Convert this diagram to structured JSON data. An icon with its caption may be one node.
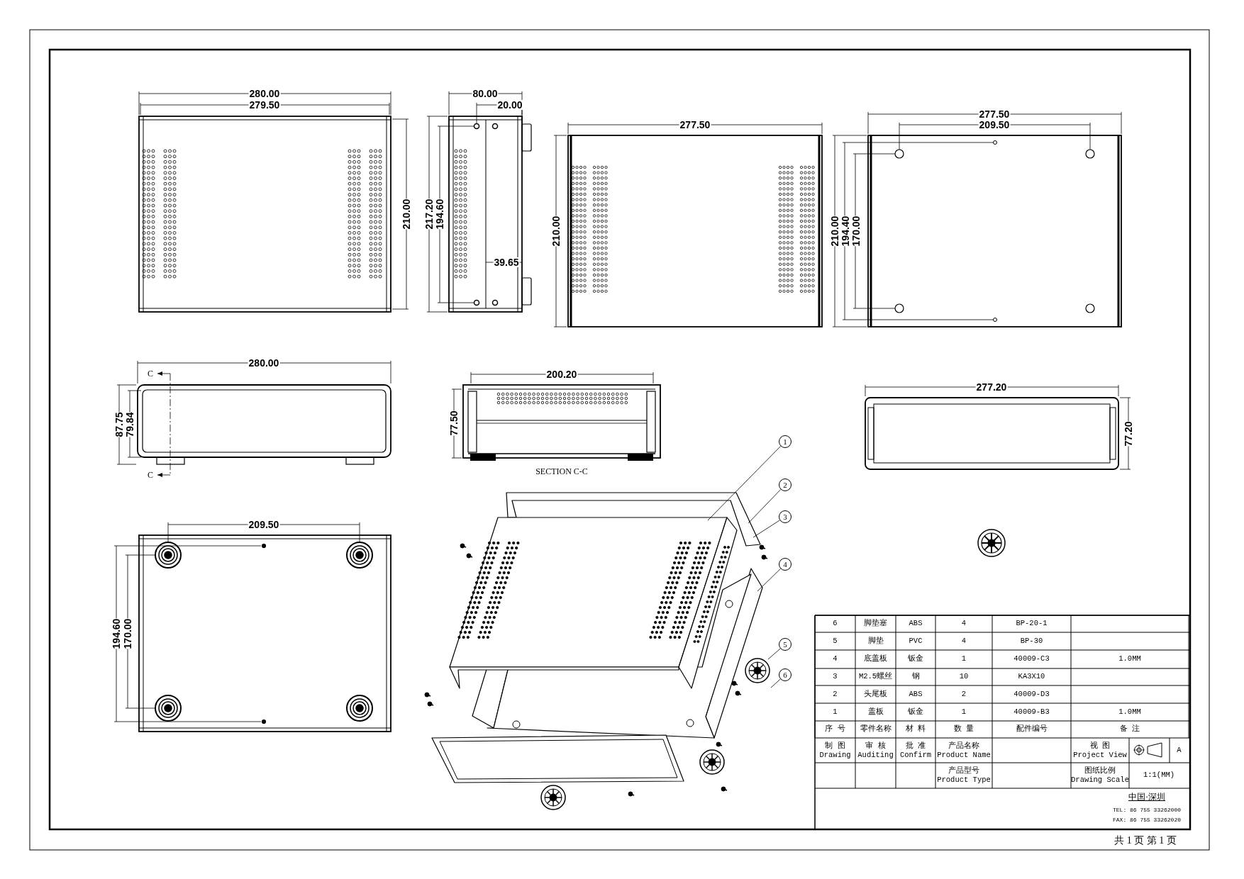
{
  "diagram": {
    "nodes": [
      {
        "text": [
          "1"
        ]
      },
      {
        "text": [
          "2"
        ]
      },
      {
        "text": [
          "3"
        ]
      },
      {
        "text": [
          "4"
        ]
      },
      {
        "text": [
          "5"
        ]
      },
      {
        "text": [
          "6"
        ]
      },
      {
        "text": [],
        "shape": "picture"
      }
    ],
    "edges": [
      {
        "from": 0,
        "to": 6,
        "arrow": "none"
      },
      {
        "from": 1,
        "to": 6,
        "arrow": "none"
      },
      {
        "from": 2,
        "to": 6,
        "arrow": "none"
      },
      {
        "from": 3,
        "to": 6,
        "arrow": "none"
      },
      {
        "from": 4,
        "to": 6,
        "arrow": "none"
      },
      {
        "from": 5,
        "to": 6,
        "arrow": "none"
      }
    ],
    "labels": [
      "280.00",
      "279.50",
      "210.00",
      "80.00",
      "20.00",
      "217.20",
      "194.60",
      "39.65",
      "277.50",
      "210.00",
      "277.50",
      "209.50",
      "210.00",
      "194.40",
      "170.00",
      "C",
      "280.00",
      "87.75",
      "79.84",
      "C",
      "200.20",
      "77.50",
      "SECTION C-C",
      "277.20",
      "77.20",
      "209.50",
      "194.60",
      "170.00",
      "6",
      "脚垫塞",
      "ABS",
      "4",
      "BP-20-1",
      "5",
      "脚垫",
      "PVC",
      "4",
      "BP-30",
      "4",
      "底盖板",
      "钣金",
      "1",
      "40009-C3",
      "1.0MM",
      "3",
      "M2.5螺丝",
      "钢",
      "10",
      "KA3X10",
      "2",
      "头尾板",
      "ABS",
      "2",
      "40009-D3",
      "1",
      "盖板",
      "钣金",
      "1",
      "40009-B3",
      "1.0MM",
      "序 号",
      "零件名称",
      "材 料",
      "数 量",
      "配件编号",
      "备 注",
      "制 图 Drawing",
      "审 核 Auditing",
      "批 准 Confirm",
      "产品名称 Product Name",
      "视 图 Project View",
      "A",
      "产品型号 Product Type",
      "图纸比例 Drawing Scale",
      "1:1(MM)",
      "中国·深圳",
      "TEL: 86 755 33262000",
      "FAX: 86 755 33262020",
      "共 1 页 第 1 页"
    ]
  }
}
